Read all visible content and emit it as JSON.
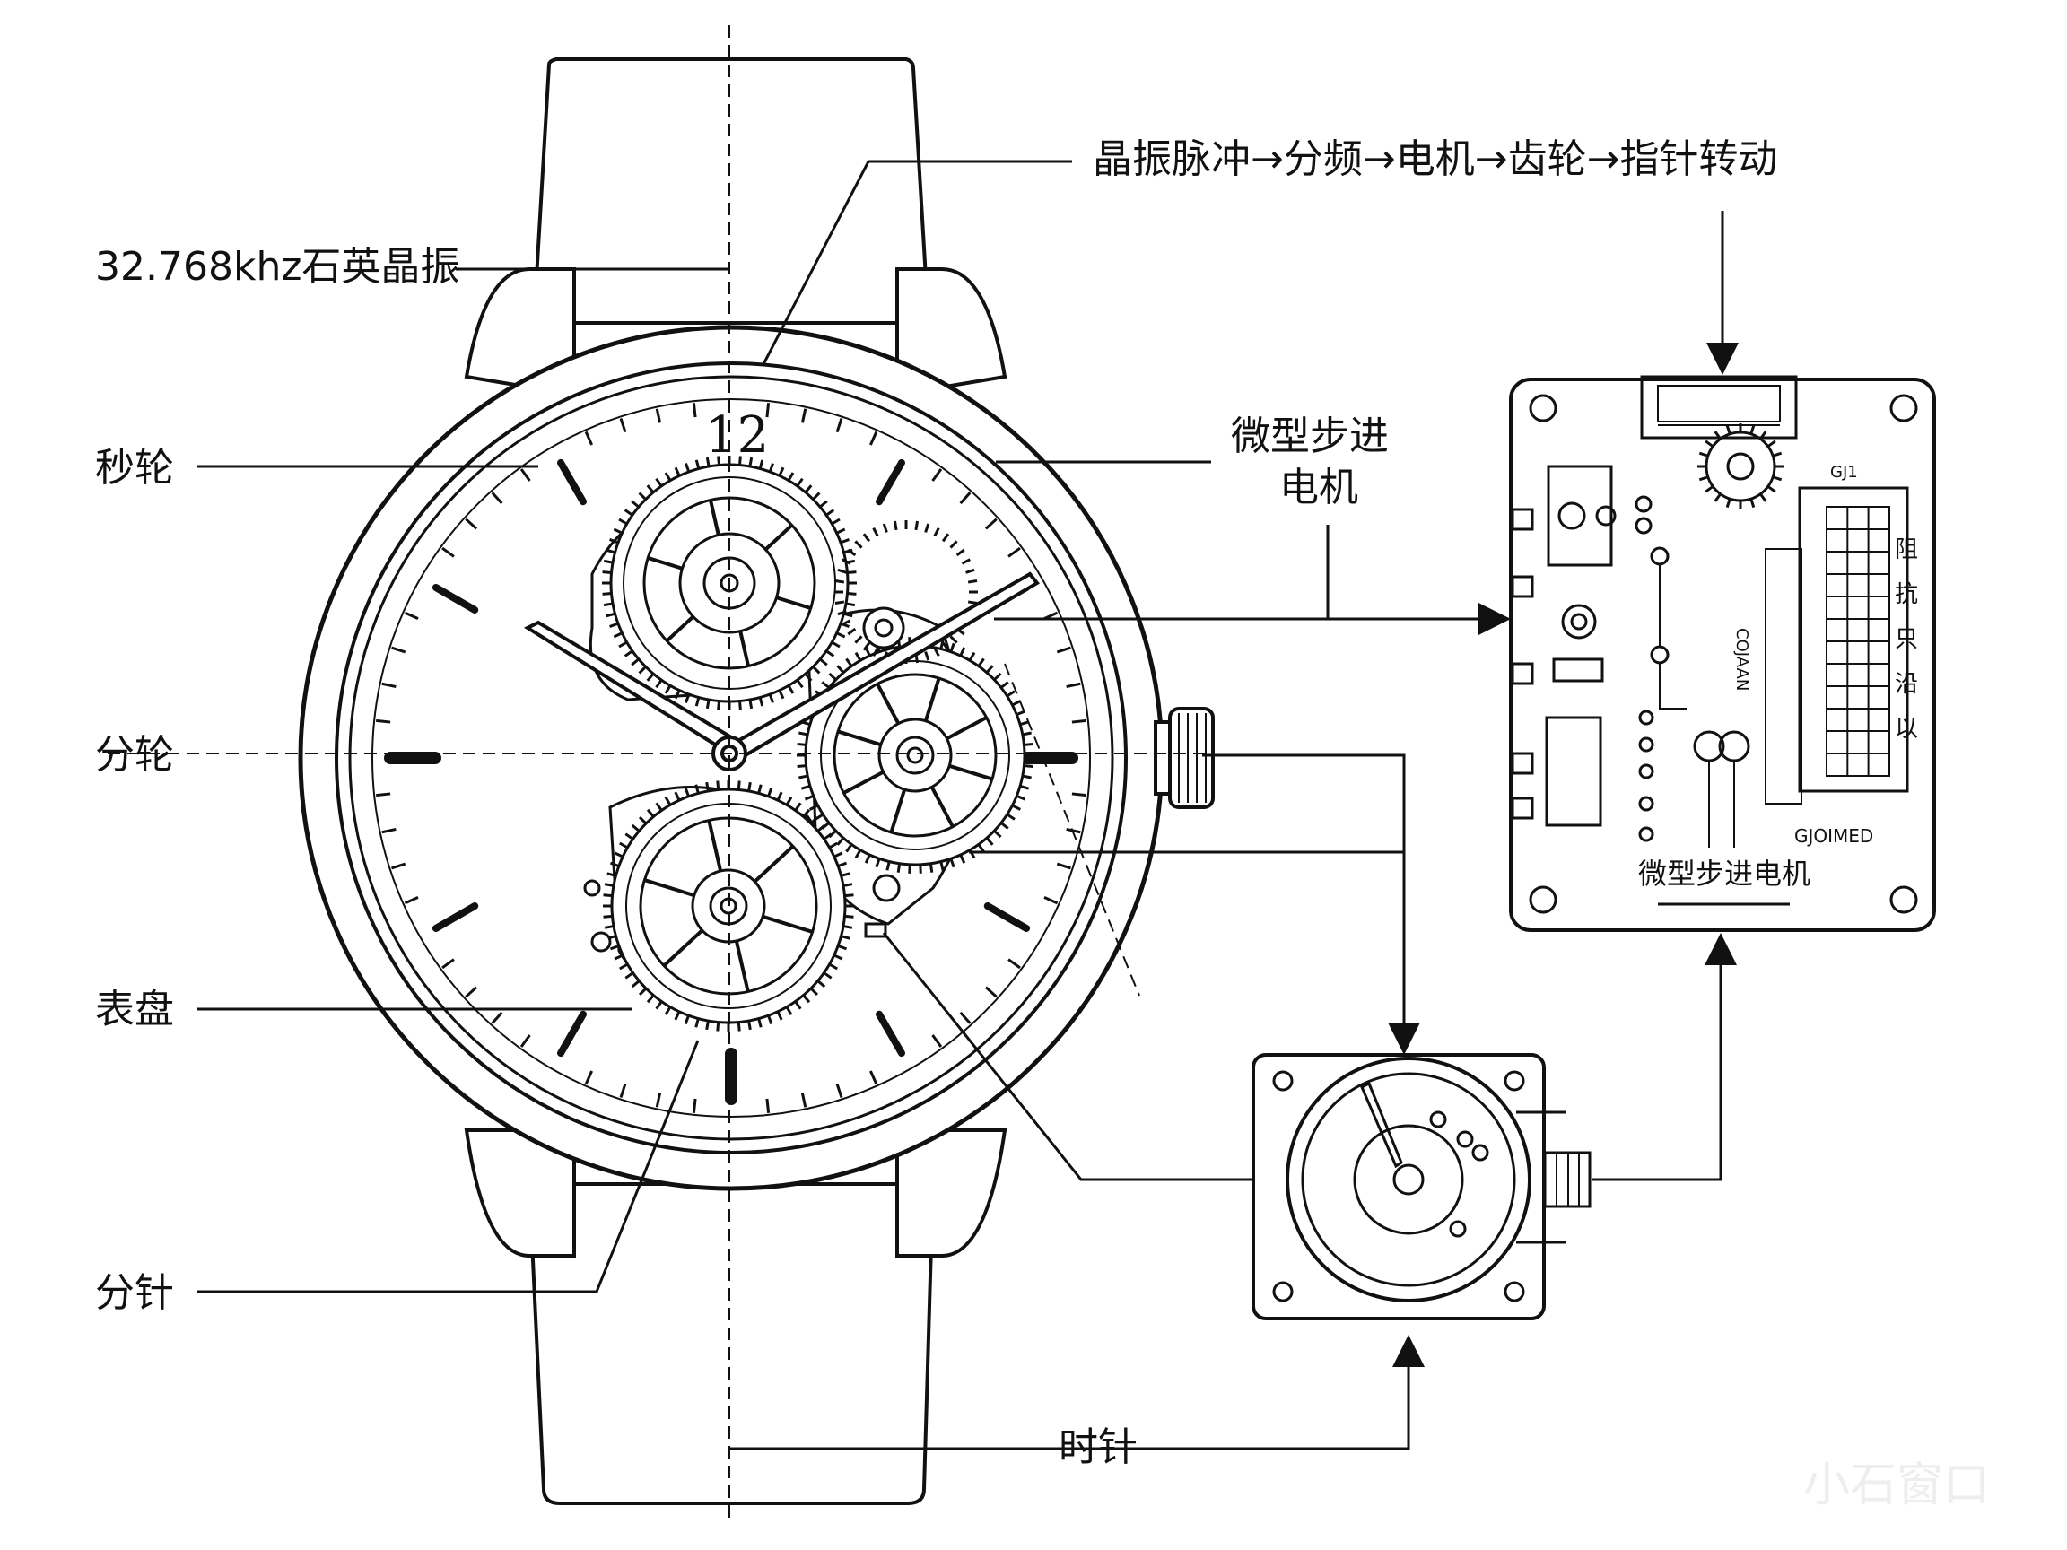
{
  "labels": {
    "crystal": "32.768khz石英晶振",
    "second_wheel": "秒轮",
    "minute_wheel": "分轮",
    "dial": "表盘",
    "minute_hand": "分针",
    "hour_hand": "时针",
    "flow": "晶振脉冲→分频→电机→齿轮→指针转动",
    "stepper_motor_line1": "微型步进",
    "stepper_motor_line2": "电机"
  },
  "dial": {
    "numeral_12": "12"
  },
  "pcb": {
    "title": "微型步进电机",
    "chip_code": "GJ1",
    "vertical_code": "COJAAN",
    "bottom_code": "GJOIMED",
    "side_marks": [
      "阻",
      "抗",
      "只",
      "沿",
      "以"
    ]
  },
  "watermark": "小石窗口"
}
